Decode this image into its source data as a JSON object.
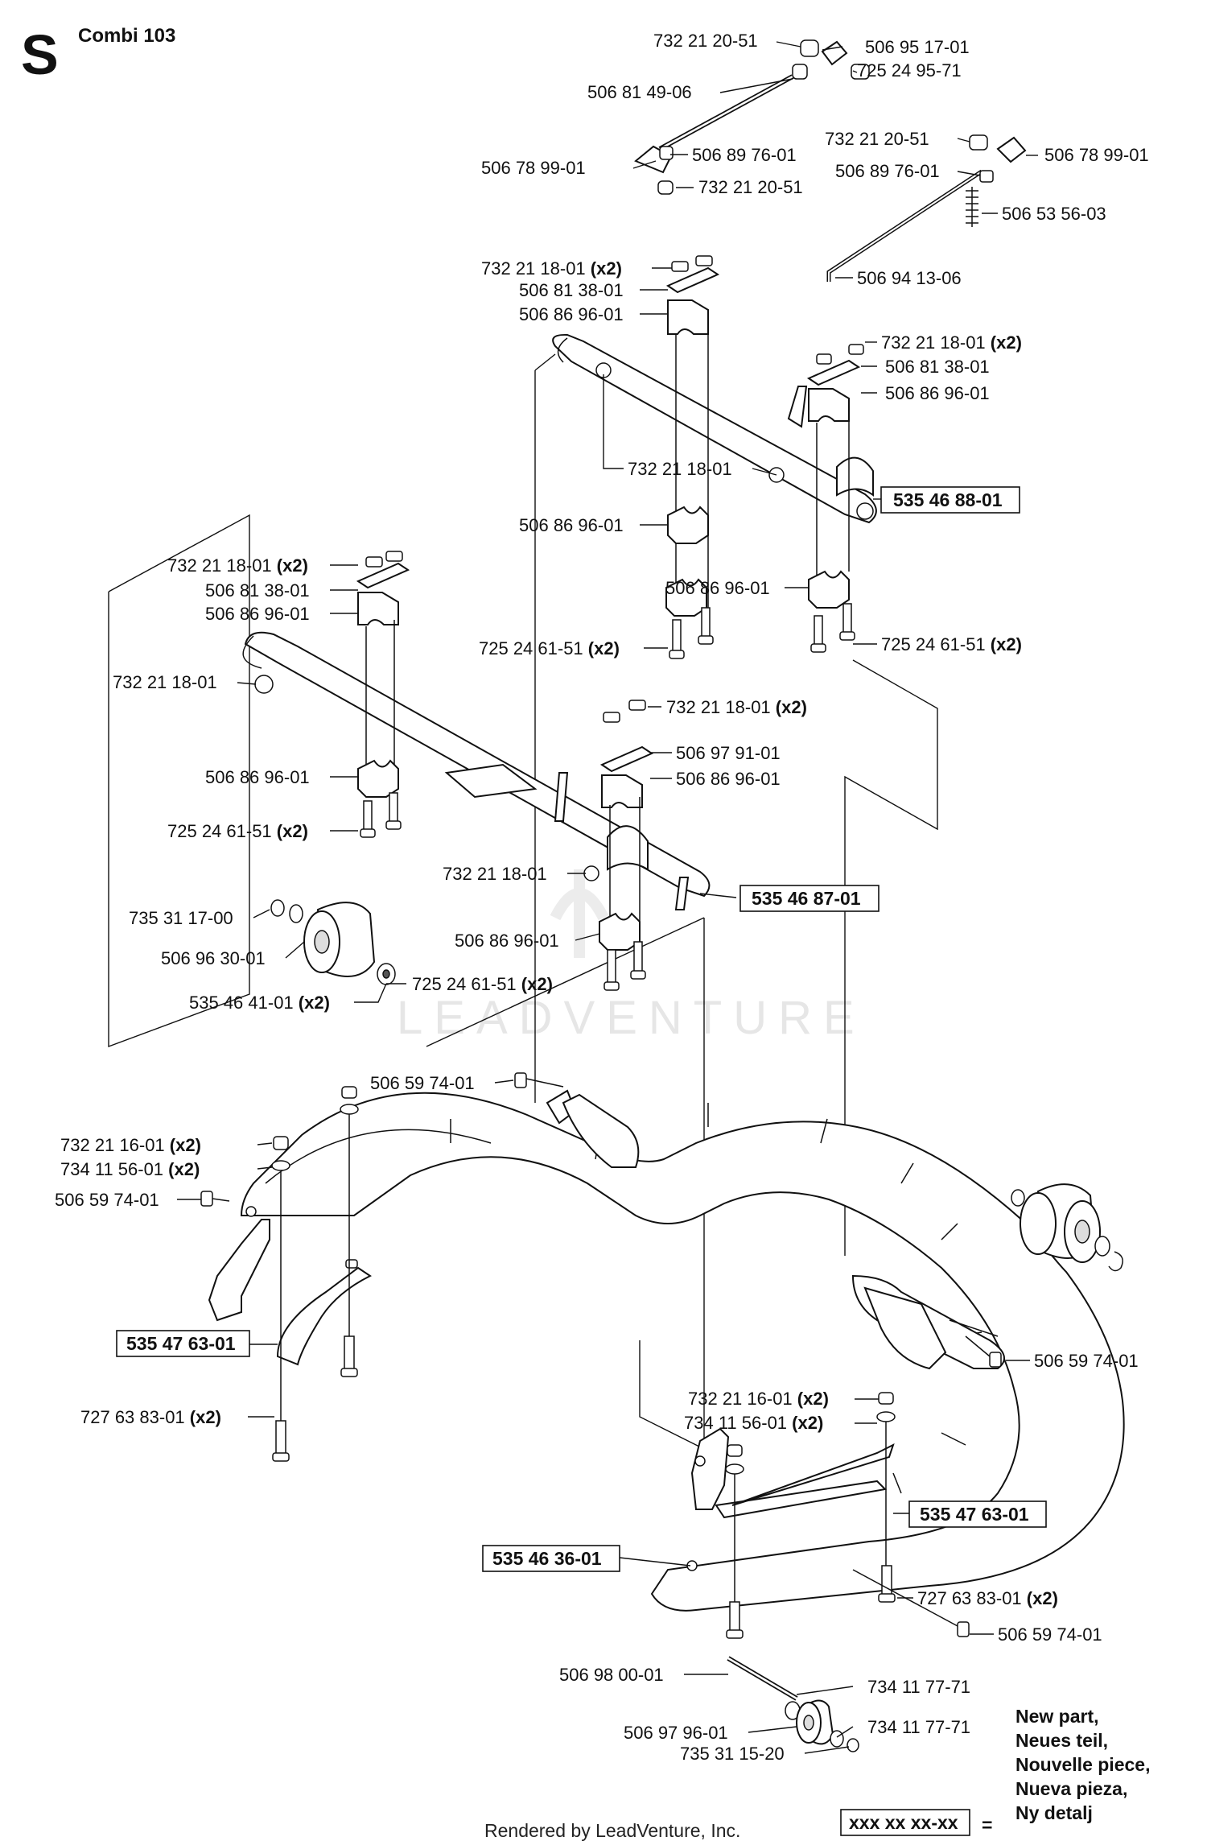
{
  "header": {
    "section_letter": "S",
    "model_title": "Combi 103"
  },
  "watermark": "LEADVENTURE",
  "footer": "Rendered by LeadVenture, Inc.",
  "legend": {
    "placeholder_code": "xxx xx xx-xx",
    "equals": "=",
    "lines": [
      "New part,",
      "Neues teil,",
      "Nouvelle piece,",
      "Nueva pieza,",
      "Ny detalj"
    ]
  },
  "callouts": [
    {
      "id": "c1",
      "part": "732 21 20-51",
      "qty": ""
    },
    {
      "id": "c2",
      "part": "506 95 17-01",
      "qty": ""
    },
    {
      "id": "c3",
      "part": "725 24 95-71",
      "qty": ""
    },
    {
      "id": "c4",
      "part": "506 81 49-06",
      "qty": ""
    },
    {
      "id": "c5",
      "part": "732 21 20-51",
      "qty": ""
    },
    {
      "id": "c6",
      "part": "506 78 99-01",
      "qty": ""
    },
    {
      "id": "c7",
      "part": "506 89 76-01",
      "qty": ""
    },
    {
      "id": "c8",
      "part": "506 78 99-01",
      "qty": ""
    },
    {
      "id": "c9",
      "part": "506 89 76-01",
      "qty": ""
    },
    {
      "id": "c10",
      "part": "732 21 20-51",
      "qty": ""
    },
    {
      "id": "c11",
      "part": "506 53 56-03",
      "qty": ""
    },
    {
      "id": "c12",
      "part": "506 94 13-06",
      "qty": ""
    },
    {
      "id": "c13",
      "part": "732 21 18-01",
      "qty": "(x2)"
    },
    {
      "id": "c14",
      "part": "506 81 38-01",
      "qty": ""
    },
    {
      "id": "c15",
      "part": "506 86 96-01",
      "qty": ""
    },
    {
      "id": "c16",
      "part": "732 21 18-01",
      "qty": "(x2)"
    },
    {
      "id": "c17",
      "part": "506 81 38-01",
      "qty": ""
    },
    {
      "id": "c18",
      "part": "506 86 96-01",
      "qty": ""
    },
    {
      "id": "c19",
      "part": "732 21 18-01",
      "qty": ""
    },
    {
      "id": "c20",
      "part": "506 86 96-01",
      "qty": ""
    },
    {
      "id": "c21",
      "part": "506 86 96-01",
      "qty": ""
    },
    {
      "id": "c22",
      "part": "725 24 61-51",
      "qty": "(x2)"
    },
    {
      "id": "c23",
      "part": "725 24 61-51",
      "qty": "(x2)"
    },
    {
      "id": "c24",
      "part": "732 21 18-01",
      "qty": "(x2)"
    },
    {
      "id": "c25",
      "part": "506 81 38-01",
      "qty": ""
    },
    {
      "id": "c26",
      "part": "506 86 96-01",
      "qty": ""
    },
    {
      "id": "c27",
      "part": "732 21 18-01",
      "qty": ""
    },
    {
      "id": "c28",
      "part": "732 21 18-01",
      "qty": "(x2)"
    },
    {
      "id": "c29",
      "part": "506 97 91-01",
      "qty": ""
    },
    {
      "id": "c30",
      "part": "506 86 96-01",
      "qty": ""
    },
    {
      "id": "c31",
      "part": "506 86 96-01",
      "qty": ""
    },
    {
      "id": "c32",
      "part": "725 24 61-51",
      "qty": "(x2)"
    },
    {
      "id": "c33",
      "part": "732 21 18-01",
      "qty": ""
    },
    {
      "id": "c34",
      "part": "735 31 17-00",
      "qty": ""
    },
    {
      "id": "c35",
      "part": "506 96 30-01",
      "qty": ""
    },
    {
      "id": "c36",
      "part": "506 86 96-01",
      "qty": ""
    },
    {
      "id": "c37",
      "part": "535 46 41-01",
      "qty": "(x2)"
    },
    {
      "id": "c38",
      "part": "725 24 61-51",
      "qty": "(x2)"
    },
    {
      "id": "c39",
      "part": "506 59 74-01",
      "qty": ""
    },
    {
      "id": "c40",
      "part": "732 21 16-01",
      "qty": "(x2)"
    },
    {
      "id": "c41",
      "part": "734 11 56-01",
      "qty": "(x2)"
    },
    {
      "id": "c42",
      "part": "506 59 74-01",
      "qty": ""
    },
    {
      "id": "c43",
      "part": "727 63 83-01",
      "qty": "(x2)"
    },
    {
      "id": "c44",
      "part": "506 59 74-01",
      "qty": ""
    },
    {
      "id": "c45",
      "part": "732 21 16-01",
      "qty": "(x2)"
    },
    {
      "id": "c46",
      "part": "734 11 56-01",
      "qty": "(x2)"
    },
    {
      "id": "c47",
      "part": "727 63 83-01",
      "qty": "(x2)"
    },
    {
      "id": "c48",
      "part": "506 59 74-01",
      "qty": ""
    },
    {
      "id": "c49",
      "part": "506 98 00-01",
      "qty": ""
    },
    {
      "id": "c50",
      "part": "734 11 77-71",
      "qty": ""
    },
    {
      "id": "c51",
      "part": "506 97 96-01",
      "qty": ""
    },
    {
      "id": "c52",
      "part": "734 11 77-71",
      "qty": ""
    },
    {
      "id": "c53",
      "part": "735 31 15-20",
      "qty": ""
    }
  ],
  "boxed_parts": [
    {
      "id": "b1",
      "part": "535 46 88-01"
    },
    {
      "id": "b2",
      "part": "535 46 87-01"
    },
    {
      "id": "b3",
      "part": "535 47 63-01"
    },
    {
      "id": "b4",
      "part": "535 47 63-01"
    },
    {
      "id": "b5",
      "part": "535 46 36-01"
    }
  ]
}
